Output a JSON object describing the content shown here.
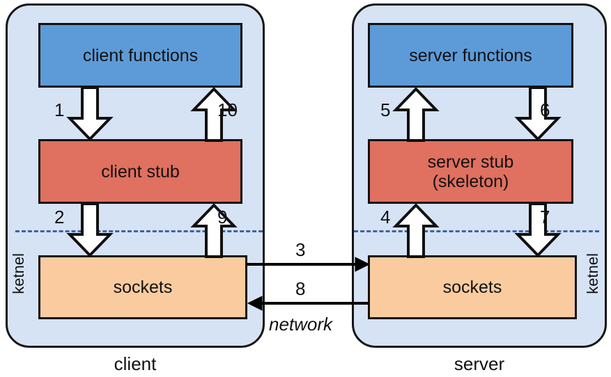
{
  "diagram": {
    "title": "RPC client-server stub and sockets layering",
    "colors": {
      "panel_background": "#d6e3f5",
      "functions_box": "#5d9bd8",
      "stub_box": "#e0705f",
      "sockets_box": "#fbcba0",
      "outline": "#111111",
      "kernel_divider": "#3f63a4",
      "page_background": "#ffffff"
    },
    "client": {
      "caption": "client",
      "kernel_label": "ketnel",
      "boxes": {
        "functions": "client functions",
        "stub": "client stub",
        "sockets": "sockets"
      },
      "steps": {
        "functions_to_stub": "1",
        "stub_to_sockets": "2",
        "sockets_to_stub": "9",
        "stub_to_functions": "10"
      }
    },
    "server": {
      "caption": "server",
      "kernel_label": "ketnel",
      "boxes": {
        "functions": "server functions",
        "stub_line1": "server stub",
        "stub_line2": "(skeleton)",
        "sockets": "sockets"
      },
      "steps": {
        "stub_to_functions": "5",
        "functions_to_stub": "6",
        "sockets_to_stub": "4",
        "stub_to_sockets": "7"
      }
    },
    "network": {
      "label": "network",
      "request_step": "3",
      "reply_step": "8"
    }
  }
}
